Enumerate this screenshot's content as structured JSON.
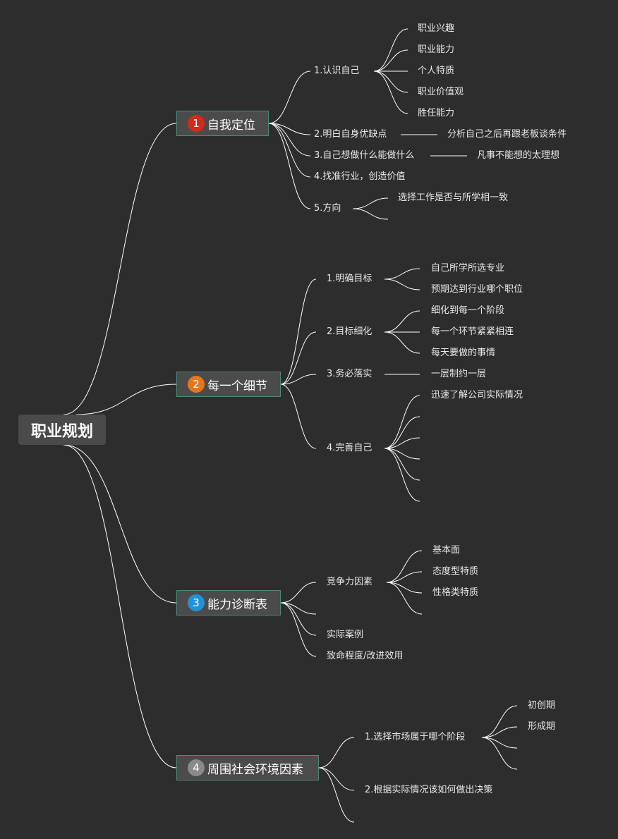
{
  "root": {
    "title": "职业规划"
  },
  "branches": [
    {
      "number": "1",
      "title": "自我定位",
      "badge_color": "#d42a1a",
      "items": [
        {
          "label": "1.认识自己",
          "children": [
            "职业兴趣",
            "职业能力",
            "个人特质",
            "职业价值观",
            "胜任能力"
          ]
        },
        {
          "label": "2.明白自身优缺点",
          "children": [
            "分析自己之后再跟老板谈条件"
          ]
        },
        {
          "label": "3.自己想做什么能做什么",
          "children": [
            "凡事不能想的太理想"
          ]
        },
        {
          "label": "4.找准行业，创造价值",
          "children": []
        },
        {
          "label": "5.方向",
          "children": [
            "选择工作是否与所学相一致",
            ""
          ]
        }
      ]
    },
    {
      "number": "2",
      "title": "每一个细节",
      "badge_color": "#e6761e",
      "items": [
        {
          "label": "1.明确目标",
          "children": [
            "自己所学所选专业",
            "预期达到行业哪个职位"
          ]
        },
        {
          "label": "2.目标细化",
          "children": [
            "细化到每一个阶段",
            "每一个环节紧紧相连",
            "每天要做的事情"
          ]
        },
        {
          "label": "3.务必落实",
          "children": [
            "一层制约一层"
          ]
        },
        {
          "label": "4.完善自己",
          "children": [
            "迅速了解公司实际情况",
            "",
            "",
            "",
            "",
            ""
          ]
        }
      ]
    },
    {
      "number": "3",
      "title": "能力诊断表",
      "badge_color": "#2391d6",
      "items": [
        {
          "label": "竞争力因素",
          "children": [
            "基本面",
            "态度型特质",
            "性格类特质",
            ""
          ]
        },
        {
          "label": "",
          "children": []
        },
        {
          "label": "实际案例",
          "children": []
        },
        {
          "label": "致命程度/改进效用",
          "children": []
        }
      ]
    },
    {
      "number": "4",
      "title": "周围社会环境因素",
      "badge_color": "#8a8a8a",
      "items": [
        {
          "label": "1.选择市场属于哪个阶段",
          "children": [
            "初创期",
            "形成期",
            "",
            ""
          ]
        },
        {
          "label": "2.根据实际情况该如何做出决策",
          "children": []
        },
        {
          "label": "",
          "children": []
        }
      ]
    }
  ]
}
